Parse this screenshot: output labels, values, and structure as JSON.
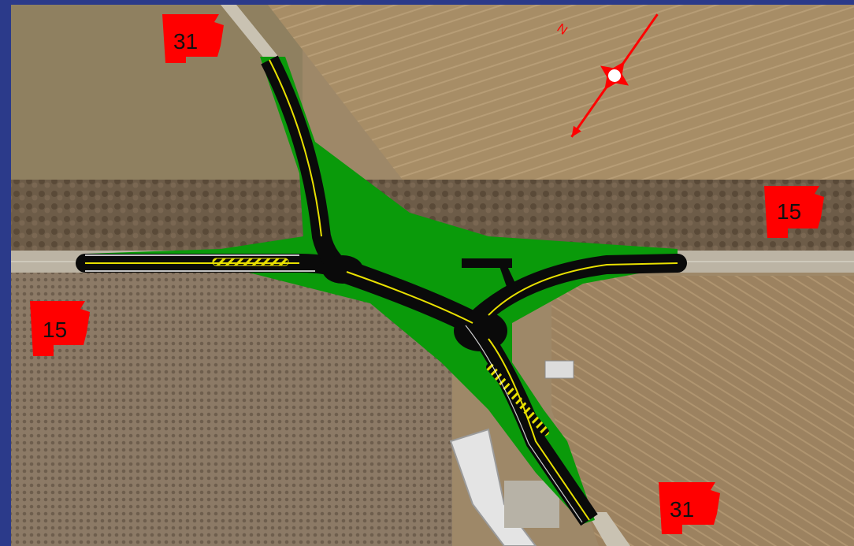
{
  "map": {
    "shields": [
      {
        "id": "hwy31-north",
        "label": "31"
      },
      {
        "id": "hwy15-east",
        "label": "15"
      },
      {
        "id": "hwy15-west",
        "label": "15"
      },
      {
        "id": "hwy31-south",
        "label": "31"
      }
    ],
    "north_arrow": {
      "label": "N"
    },
    "colors": {
      "frame": "#2b3a8a",
      "shield": "#ff0000",
      "grass": "#0a9a0a",
      "asphalt": "#0a0a0a",
      "centerline": "#e8e000",
      "edgeline": "#ffffff"
    }
  }
}
